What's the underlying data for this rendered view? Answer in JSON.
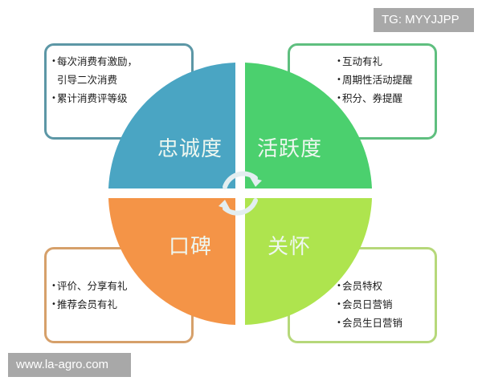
{
  "diagram": {
    "quadrants": [
      {
        "id": "loyalty",
        "label": "忠诚度",
        "color": "#4aa5c3",
        "border": "#5c97a6",
        "items": [
          "每次消费有激励，\n引导二次消费",
          "累计消费评等级"
        ]
      },
      {
        "id": "activity",
        "label": "活跃度",
        "color": "#4bd06e",
        "border": "#5fbf7f",
        "items": [
          "互动有礼",
          "周期性活动提醒",
          "积分、券提醒"
        ]
      },
      {
        "id": "wom",
        "label": "口碑",
        "color": "#f49447",
        "border": "#d6a06a",
        "items": [
          "评价、分享有礼",
          "推荐会员有礼"
        ]
      },
      {
        "id": "care",
        "label": "关怀",
        "color": "#aee44e",
        "border": "#b6d87a",
        "items": [
          "会员特权",
          "会员日营销",
          "会员生日营销"
        ]
      }
    ],
    "cycle_icon": "circular-arrows-icon",
    "bullet_glyph": "•"
  },
  "watermarks": {
    "top_right": "TG: MYYJJPP",
    "bottom_left": "www.la-agro.com"
  }
}
